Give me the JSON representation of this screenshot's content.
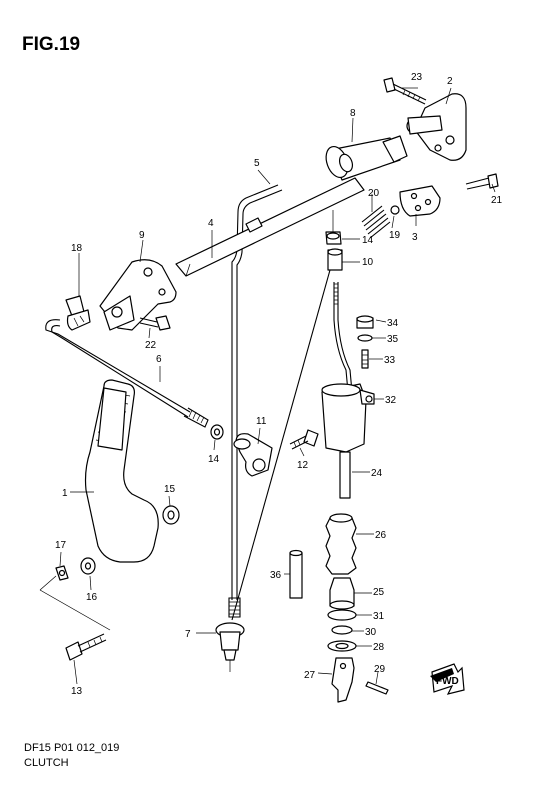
{
  "figure": {
    "title": "FIG.19",
    "code": "DF15 P01 012_019",
    "name": "CLUTCH"
  },
  "fwd_label": "FWD",
  "callouts": [
    "1",
    "2",
    "3",
    "4",
    "5",
    "6",
    "7",
    "8",
    "9",
    "10",
    "11",
    "12",
    "13",
    "14",
    "14",
    "15",
    "16",
    "17",
    "18",
    "19",
    "20",
    "21",
    "22",
    "23",
    "24",
    "25",
    "26",
    "27",
    "28",
    "29",
    "30",
    "31",
    "32",
    "33",
    "34",
    "35",
    "36"
  ]
}
